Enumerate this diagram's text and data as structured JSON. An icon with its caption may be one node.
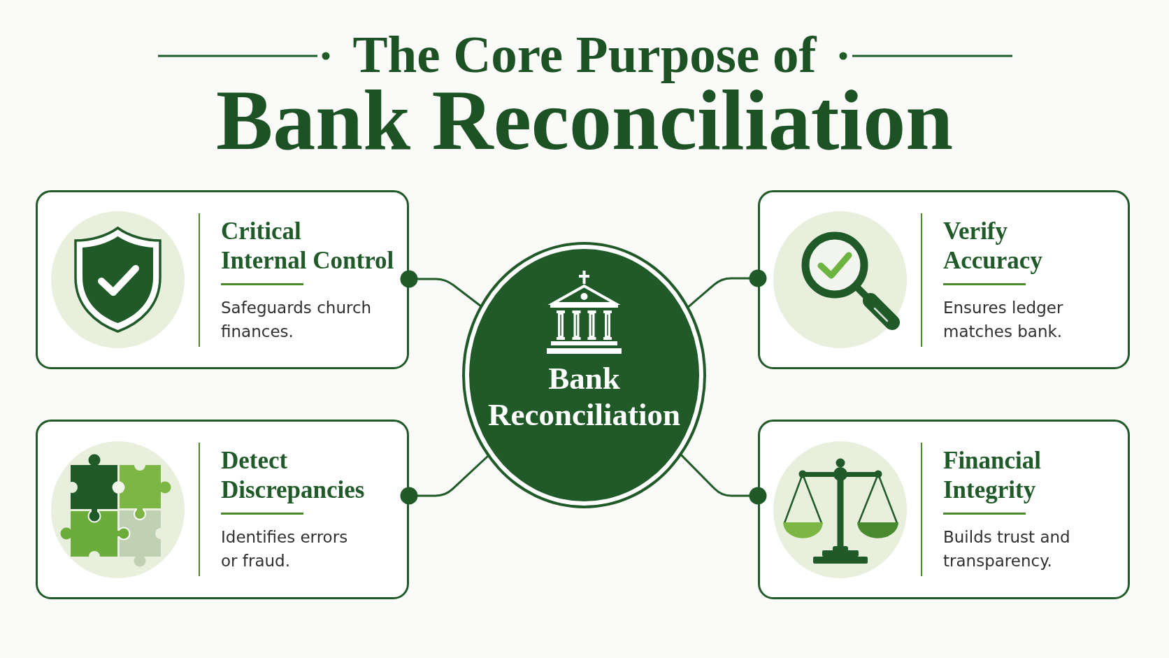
{
  "diagram": {
    "title": "Bank Reconciliation",
    "nodes": [
      {
        "text": [
          "Critical Internal Control",
          "Safeguards church finances."
        ]
      },
      {
        "text": [
          "Verify Accuracy",
          "Ensures ledger matches bank."
        ]
      },
      {
        "text": [
          "Bank Reconciliation"
        ]
      },
      {
        "text": [
          "Detect Discrepancies",
          "Identifies errors or fraud."
        ]
      },
      {
        "text": [
          "Financial Integrity",
          "Builds trust and transparency."
        ]
      }
    ],
    "edges": [
      {
        "from": 2,
        "to": 0,
        "arrow": "other"
      },
      {
        "from": 2,
        "to": 1,
        "arrow": "other"
      },
      {
        "from": 2,
        "to": 3,
        "arrow": "other"
      },
      {
        "from": 2,
        "to": 4,
        "arrow": "other"
      }
    ],
    "labels": [
      "The Core Purpose of"
    ]
  }
}
